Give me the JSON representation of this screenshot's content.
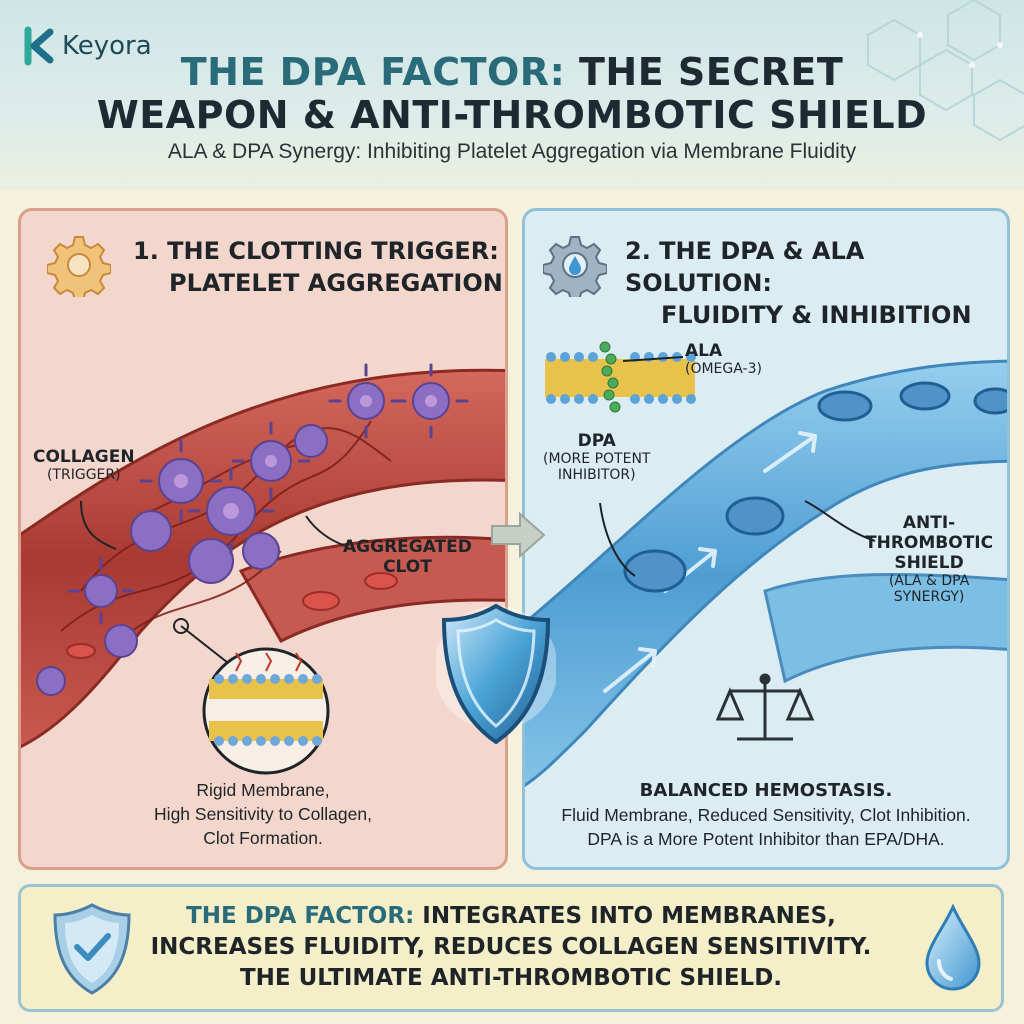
{
  "brand": {
    "name": "Keyora"
  },
  "header": {
    "title_line1_accent": "THE DPA FACTOR:",
    "title_line1_rest": "THE SECRET",
    "title_line2": "WEAPON & ANTI-THROMBOTIC SHIELD",
    "subtitle": "ALA & DPA Synergy: Inhibiting Platelet Aggregation via Membrane Fluidity"
  },
  "left_panel": {
    "title_line1": "1. THE CLOTTING TRIGGER:",
    "title_line2": "PLATELET AGGREGATION",
    "collagen_label": "COLLAGEN",
    "collagen_sub": "(TRIGGER)",
    "clot_line1": "AGGREGATED",
    "clot_line2": "CLOT",
    "caption_line1": "Rigid Membrane,",
    "caption_line2": "High Sensitivity to Collagen,",
    "caption_line3": "Clot Formation.",
    "icon": "gear-icon"
  },
  "right_panel": {
    "title_line1": "2. THE DPA & ALA SOLUTION:",
    "title_line2": "FLUIDITY & INHIBITION",
    "ala_label": "ALA",
    "ala_sub": "(OMEGA-3)",
    "dpa_label": "DPA",
    "dpa_sub1": "(MORE POTENT",
    "dpa_sub2": "INHIBITOR)",
    "shield_label1": "ANTI-",
    "shield_label2": "THROMBOTIC",
    "shield_label3": "SHIELD",
    "shield_sub1": "(ALA & DPA",
    "shield_sub2": "SYNERGY)",
    "balanced_title": "BALANCED HEMOSTASIS.",
    "caption_line1": "Fluid Membrane, Reduced Sensitivity, Clot Inhibition.",
    "caption_line2": "DPA is a More Potent Inhibitor than EPA/DHA.",
    "icon": "gear-droplet-icon"
  },
  "footer": {
    "accent": "THE DPA FACTOR:",
    "line1_rest": "INTEGRATES INTO MEMBRANES,",
    "line2": "INCREASES FLUIDITY, REDUCES COLLAGEN SENSITIVITY.",
    "line3": "THE ULTIMATE ANTI-THROMBOTIC SHIELD.",
    "left_icon": "shield-check-icon",
    "right_icon": "droplet-icon"
  },
  "colors": {
    "teal": "#2a6b79",
    "left_panel_bg": "#f4d7cc",
    "right_panel_bg": "#dcecf3",
    "platelet": "#8a6fc2",
    "vessel_red": "#b8473e",
    "vessel_blue": "#4aa3d6"
  }
}
